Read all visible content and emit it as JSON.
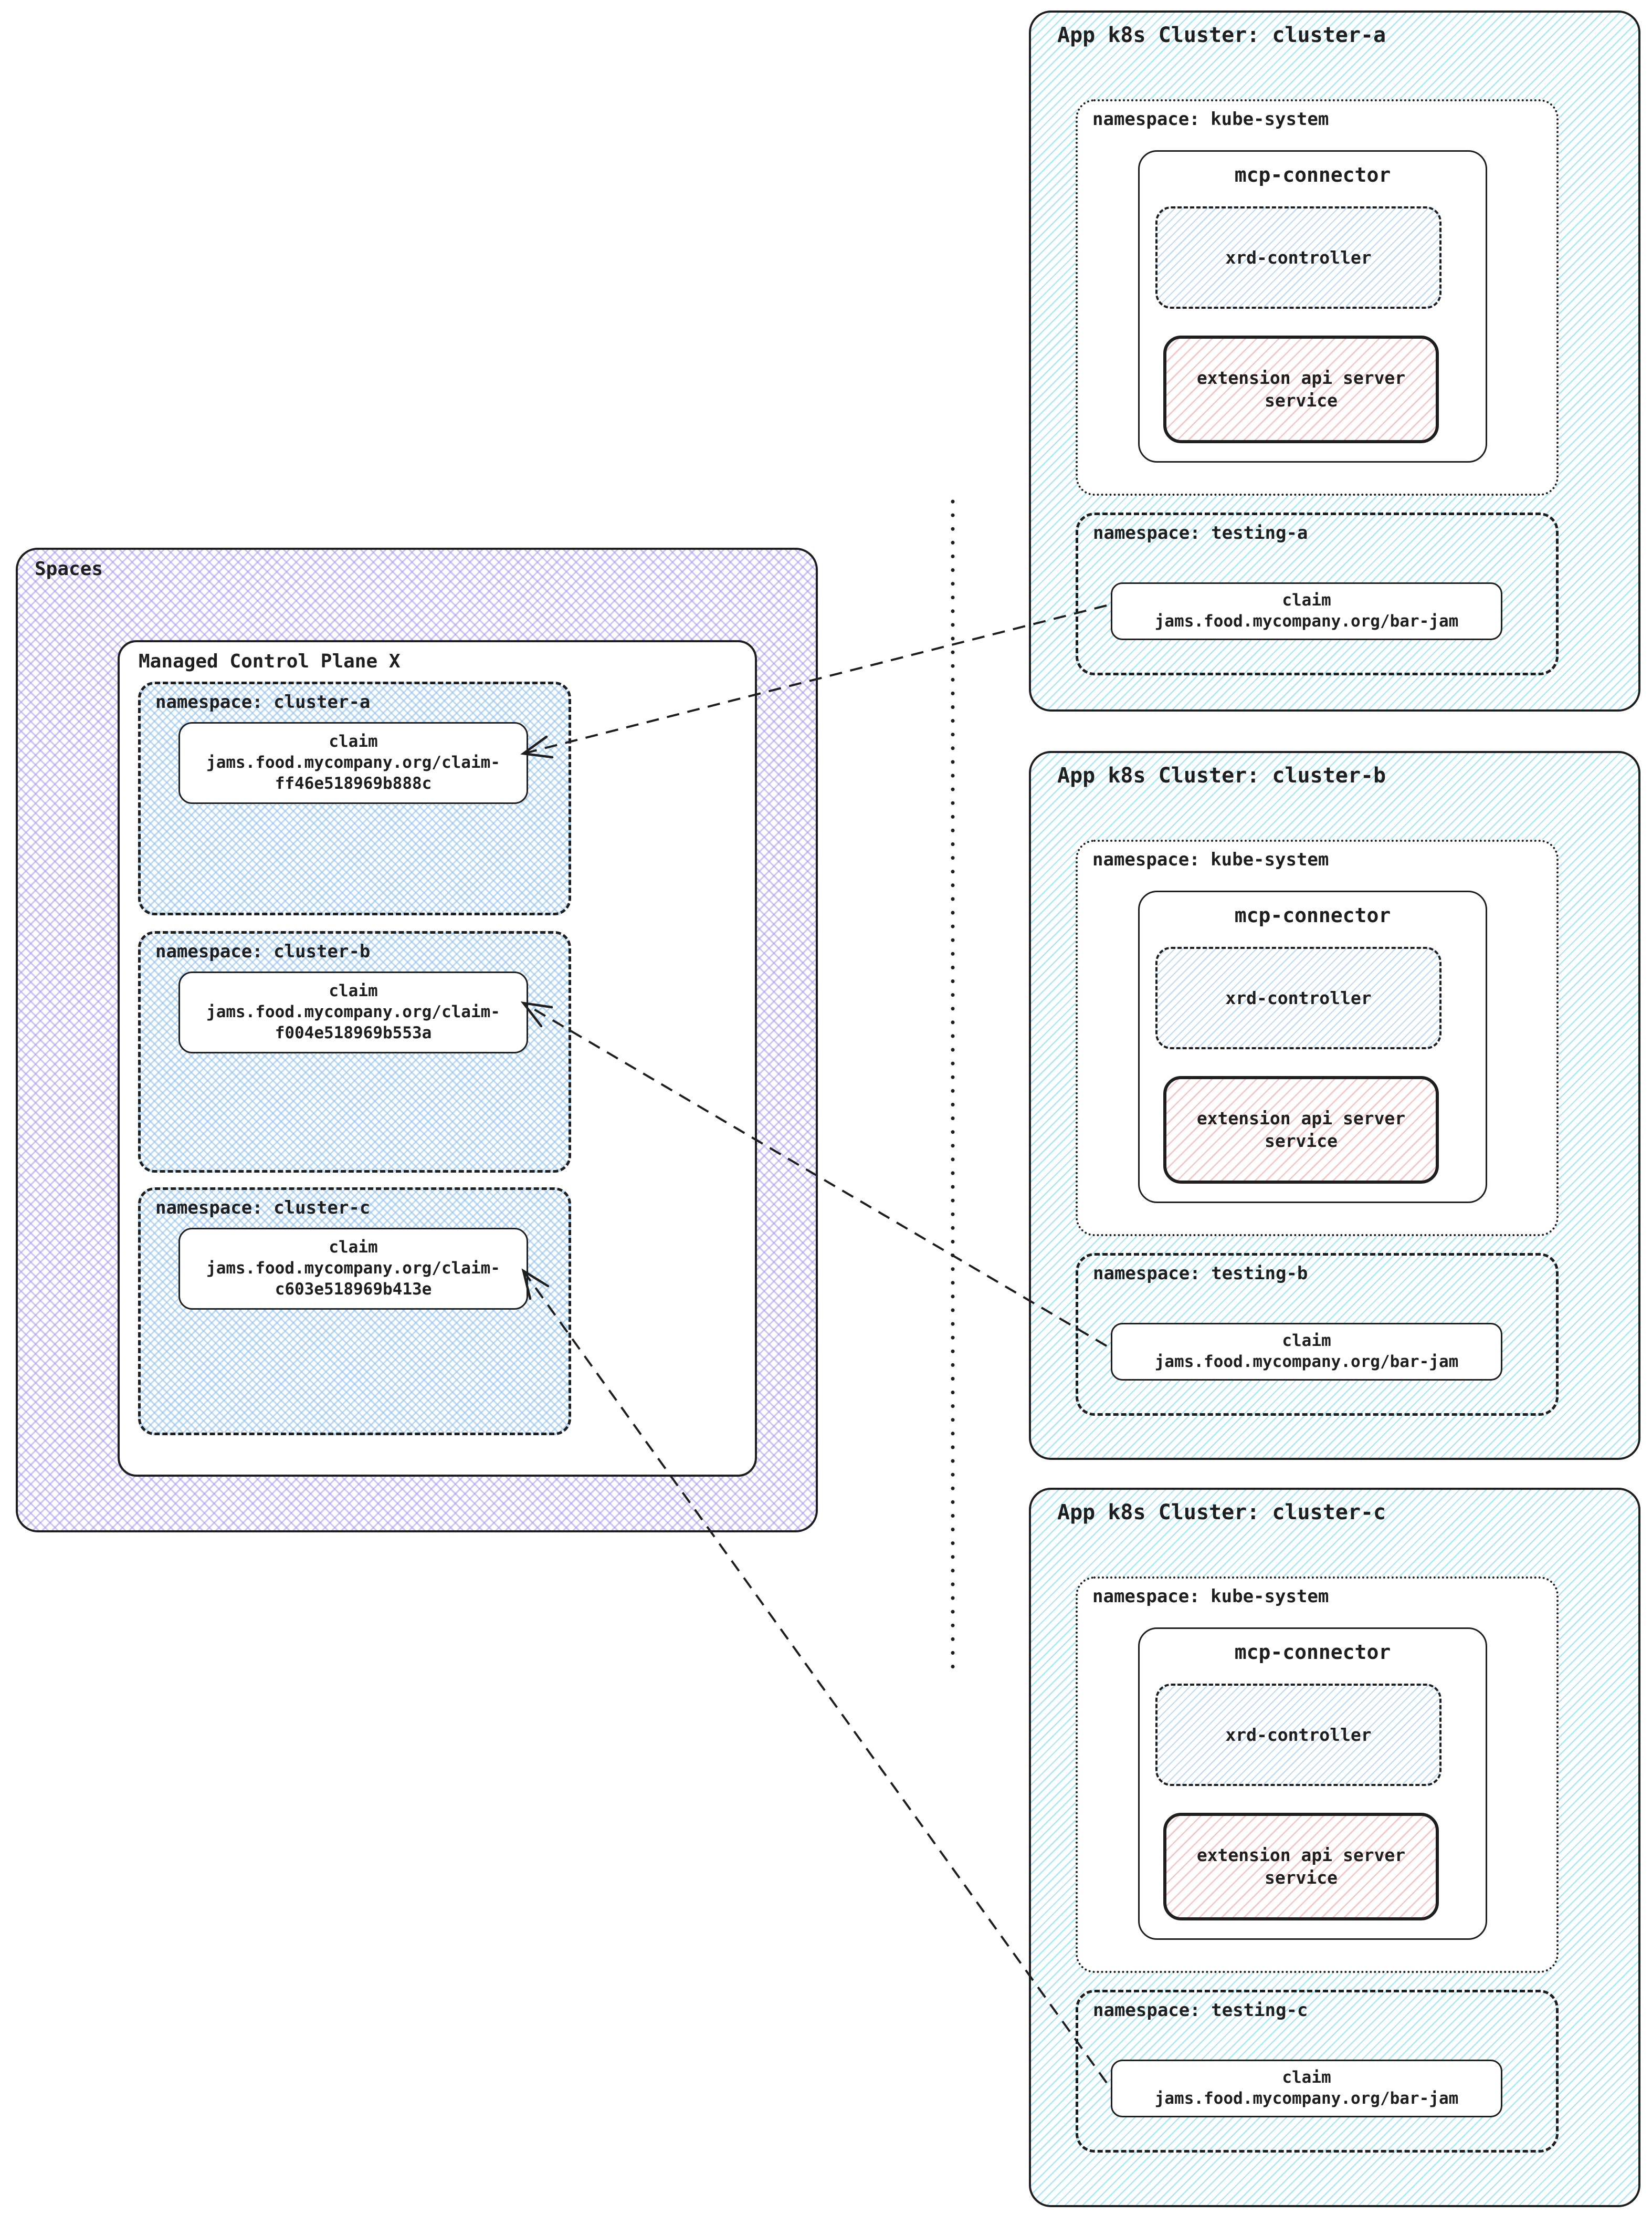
{
  "colors": {
    "ink": "#1e1e1e",
    "spaces_hatch_purple": "#a894f3",
    "namespace_hatch_blue": "#8fc1ee",
    "cluster_hatch_cyan": "#79d8ec",
    "xrd_hatch_blue": "#a3c9f1",
    "extension_hatch_red": "#f1acac"
  },
  "spaces": {
    "title": "Spaces",
    "control_plane": {
      "title": "Managed Control Plane X",
      "namespaces": [
        {
          "label": "namespace: cluster-a",
          "claim_title": "claim",
          "claim_name": "jams.food.mycompany.org/claim-ff46e518969b888c"
        },
        {
          "label": "namespace: cluster-b",
          "claim_title": "claim",
          "claim_name": "jams.food.mycompany.org/claim-f004e518969b553a"
        },
        {
          "label": "namespace: cluster-c",
          "claim_title": "claim",
          "claim_name": "jams.food.mycompany.org/claim-c603e518969b413e"
        }
      ]
    }
  },
  "clusters": [
    {
      "title": "App k8s Cluster: cluster-a",
      "kube_system_label": "namespace: kube-system",
      "mcp_connector_title": "mcp-connector",
      "xrd_controller_label": "xrd-controller",
      "extension_api_label": "extension api server service",
      "testing_label": "namespace: testing-a",
      "claim_title": "claim",
      "claim_name": "jams.food.mycompany.org/bar-jam"
    },
    {
      "title": "App k8s Cluster: cluster-b",
      "kube_system_label": "namespace: kube-system",
      "mcp_connector_title": "mcp-connector",
      "xrd_controller_label": "xrd-controller",
      "extension_api_label": "extension api server service",
      "testing_label": "namespace: testing-b",
      "claim_title": "claim",
      "claim_name": "jams.food.mycompany.org/bar-jam"
    },
    {
      "title": "App k8s Cluster: cluster-c",
      "kube_system_label": "namespace: kube-system",
      "mcp_connector_title": "mcp-connector",
      "xrd_controller_label": "xrd-controller",
      "extension_api_label": "extension api server service",
      "testing_label": "namespace: testing-c",
      "claim_title": "claim",
      "claim_name": "jams.food.mycompany.org/bar-jam"
    }
  ]
}
